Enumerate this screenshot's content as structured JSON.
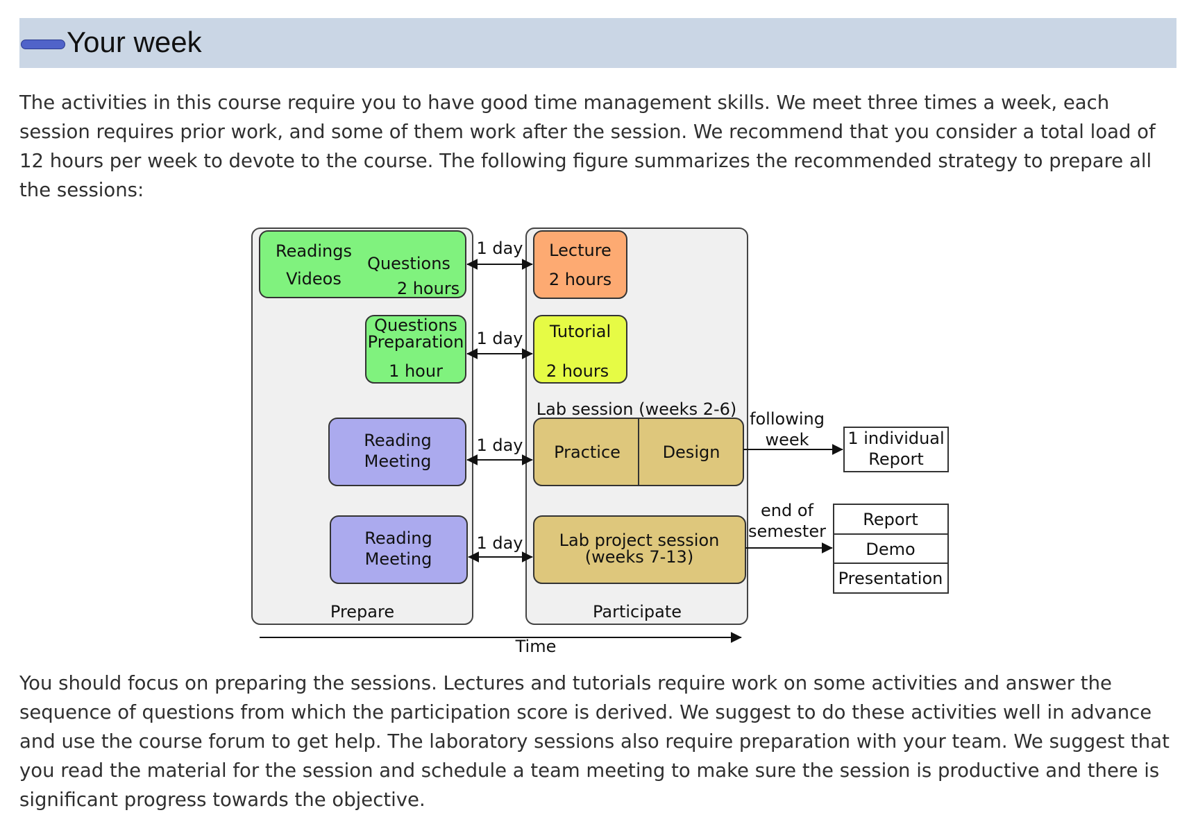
{
  "section": {
    "title": "Your week",
    "intro": "The activities in this course require you to have good time management skills. We meet three times a week, each session requires prior work, and some of them work after the session. We recommend that you consider a total load of 12 hours per week to devote to the course. The following figure summarizes the recommended strategy to prepare all the sessions:",
    "outro": "You should focus on preparing the sessions. Lectures and tutorials require work on some activities and answer the sequence of questions from which the participation score is derived. We suggest to do these activities well in advance and use the course forum to get help. The laboratory sessions also require preparation with your team. We suggest that you read the material for the session and schedule a team meeting to make sure the session is productive and there is significant progress towards the objective."
  },
  "diagram": {
    "prepare": {
      "label": "Prepare",
      "readings": "Readings",
      "videos": "Videos",
      "questions": "Questions",
      "questions_time": "2 hours",
      "qprep_line1": "Questions",
      "qprep_line2": "Preparation",
      "qprep_time": "1 hour",
      "reading_meeting_1_line1": "Reading",
      "reading_meeting_1_line2": "Meeting",
      "reading_meeting_2_line1": "Reading",
      "reading_meeting_2_line2": "Meeting"
    },
    "gap_labels": [
      "1 day",
      "1 day",
      "1 day",
      "1 day"
    ],
    "participate": {
      "label": "Participate",
      "lecture": "Lecture",
      "lecture_time": "2 hours",
      "tutorial": "Tutorial",
      "tutorial_time": "2 hours",
      "lab_title": "Lab session (weeks 2-6)",
      "practice": "Practice",
      "design": "Design",
      "project_line1": "Lab project session",
      "project_line2": "(weeks 7-13)"
    },
    "outputs": {
      "following_line1": "following",
      "following_line2": "week",
      "individual_line1": "1 individual",
      "individual_line2": "Report",
      "end_line1": "end of",
      "end_line2": "semester",
      "deliverables": [
        "Report",
        "Demo",
        "Presentation"
      ]
    },
    "time_label": "Time",
    "colors": {
      "green": "#80f27e",
      "lecture_orange": "#fdaa72",
      "tutorial_yellow": "#e6fb45",
      "lavender": "#abaaee",
      "tan": "#dec77c",
      "panel": "#f0f0f0"
    }
  }
}
